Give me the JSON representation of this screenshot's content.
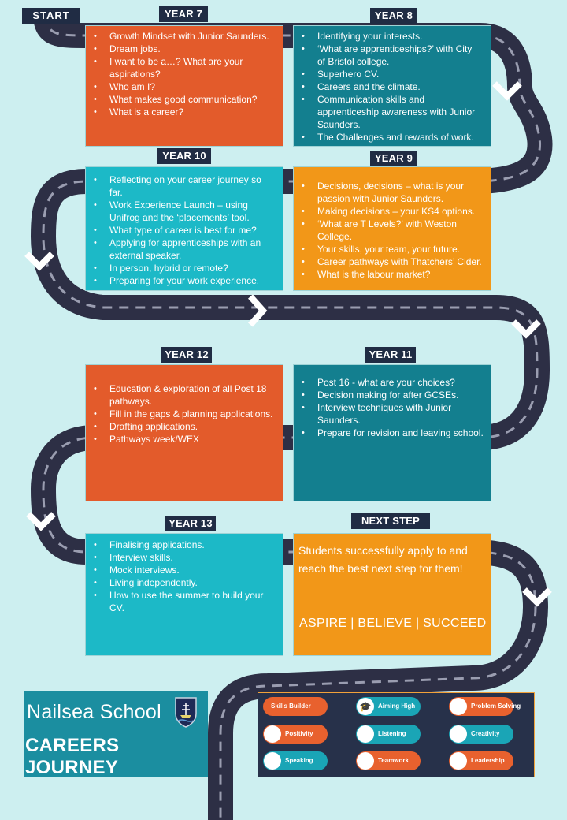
{
  "start_label": "START",
  "years": {
    "y7": {
      "label": "YEAR 7",
      "items": [
        "Growth Mindset with Junior Saunders.",
        "Dream jobs.",
        "I want to be a…?  What are your aspirations?",
        "Who am I?",
        "What makes good communication?",
        "What is a career?"
      ]
    },
    "y8": {
      "label": "YEAR 8",
      "items": [
        "Identifying your interests.",
        "‘What are apprenticeships?’ with City of Bristol college.",
        "Superhero CV.",
        "Careers and the climate.",
        "Communication skills and apprenticeship awareness with Junior Saunders.",
        "The Challenges and rewards of work."
      ]
    },
    "y10": {
      "label": "YEAR 10",
      "items": [
        "Reflecting on your career journey so far.",
        "Work Experience Launch – using Unifrog and the ‘placements’ tool.",
        "What type of career is best for me?",
        "Applying for apprenticeships with an external speaker.",
        "In person, hybrid or remote?",
        "Preparing for your work experience."
      ]
    },
    "y9": {
      "label": "YEAR 9",
      "items": [
        "Decisions, decisions – what is your passion with Junior Saunders.",
        "Making decisions – your KS4 options.",
        "‘What are T Levels?’ with Weston College.",
        "Your skills, your team, your future.",
        "Career pathways with Thatchers’ Cider.",
        "What is the labour market?"
      ]
    },
    "y12": {
      "label": "YEAR 12",
      "items": [
        "Education & exploration of all Post 18 pathways.",
        "Fill in the gaps & planning applications.",
        "Drafting applications.",
        "Pathways week/WEX"
      ]
    },
    "y11": {
      "label": "YEAR 11",
      "items": [
        "Post 16 - what are your choices?",
        "Decision making for after GCSEs.",
        "Interview techniques with Junior Saunders.",
        "Prepare for revision and leaving school."
      ]
    },
    "y13": {
      "label": "YEAR 13",
      "items": [
        "Finalising applications.",
        "Interview skills.",
        "Mock interviews.",
        "Living independently.",
        "How to use the summer to build your CV."
      ]
    }
  },
  "next_step": {
    "label": "NEXT STEP",
    "text": "Students successfully apply to and reach the best next step for them!",
    "motto": "ASPIRE | BELIEVE | SUCCEED"
  },
  "school": {
    "name": "Nailsea School",
    "subtitle": "CAREERS JOURNEY"
  },
  "skills": [
    {
      "label": "Skills  Builder",
      "icon": "skills-builder-logo"
    },
    {
      "label": "Aiming High",
      "icon": "aiming-high-icon"
    },
    {
      "label": "Problem Solving",
      "icon": "problem-solving-icon"
    },
    {
      "label": "Positivity",
      "icon": "positivity-icon"
    },
    {
      "label": "Listening",
      "icon": "listening-icon"
    },
    {
      "label": "Creativity",
      "icon": "creativity-icon"
    },
    {
      "label": "Speaking",
      "icon": "speaking-icon"
    },
    {
      "label": "Teamwork",
      "icon": "teamwork-icon"
    },
    {
      "label": "Leadership",
      "icon": "leadership-icon"
    }
  ],
  "colors": {
    "background": "#cdeff0",
    "road": "#2d2f45",
    "orange_red": "#e35b2b",
    "teal_dark": "#137f8f",
    "teal_light": "#1cb9c7",
    "amber": "#f29718",
    "label": "#202c44"
  }
}
